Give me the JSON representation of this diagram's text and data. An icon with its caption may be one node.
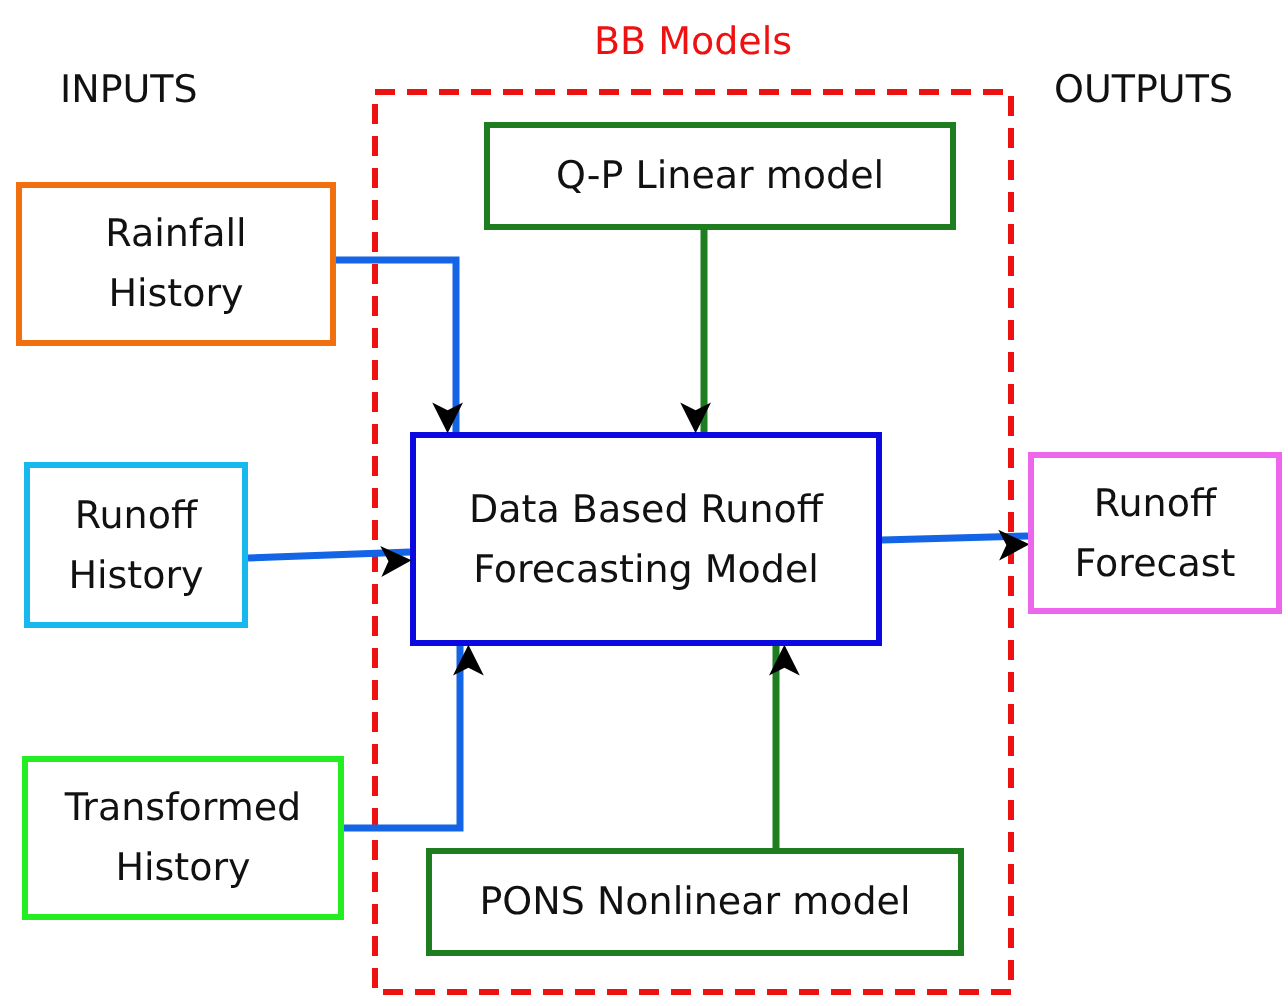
{
  "diagram": {
    "nodes": [
      {
        "text": [
          "BB Models"
        ]
      },
      {
        "text": [
          "Q-P Linear model"
        ],
        "in": 0
      },
      {
        "text": [
          "Data Based Runoff Forecasting Model"
        ],
        "in": 0
      },
      {
        "text": [
          "PONS Nonlinear model"
        ],
        "in": 0
      },
      {
        "text": [
          "Rainfall History"
        ]
      },
      {
        "text": [
          "Runoff History"
        ]
      },
      {
        "text": [
          "Transformed History"
        ]
      },
      {
        "text": [
          "Runoff Forecast"
        ]
      }
    ],
    "edges": [
      {
        "from": 4,
        "to": 2,
        "arrow": "to"
      },
      {
        "from": 5,
        "to": 2,
        "arrow": "to"
      },
      {
        "from": 6,
        "to": 2,
        "arrow": "to"
      },
      {
        "from": 1,
        "to": 2,
        "arrow": "to",
        "color": "#1e7d1e"
      },
      {
        "from": 3,
        "to": 2,
        "arrow": "to",
        "color": "#1e7d1e"
      },
      {
        "from": 2,
        "to": 7,
        "arrow": "to"
      }
    ],
    "labels": [
      "INPUTS",
      "OUTPUTS"
    ]
  }
}
